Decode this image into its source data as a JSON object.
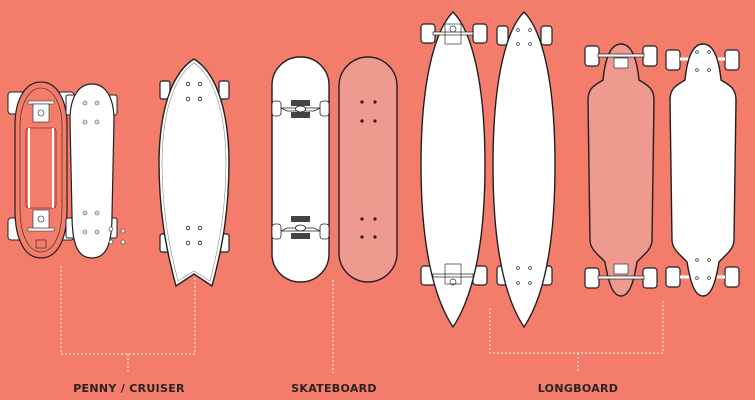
{
  "colors": {
    "background": "#f47c6a",
    "board_white": "#ffffff",
    "board_pink": "#ee9a8e",
    "outline": "#231f20",
    "connector": "#ffffff"
  },
  "groups": [
    {
      "label": "PENNY / CRUISER",
      "boards": [
        "penny-board-bottom-view",
        "penny-board-top-view",
        "fishtail-cruiser-top-view"
      ]
    },
    {
      "label": "SKATEBOARD",
      "boards": [
        "skateboard-bottom-view",
        "skateboard-top-view"
      ]
    },
    {
      "label": "LONGBOARD",
      "boards": [
        "pintail-longboard-bottom-view",
        "pintail-longboard-top-view",
        "drop-through-longboard-bottom-view",
        "drop-through-longboard-top-view"
      ]
    }
  ]
}
